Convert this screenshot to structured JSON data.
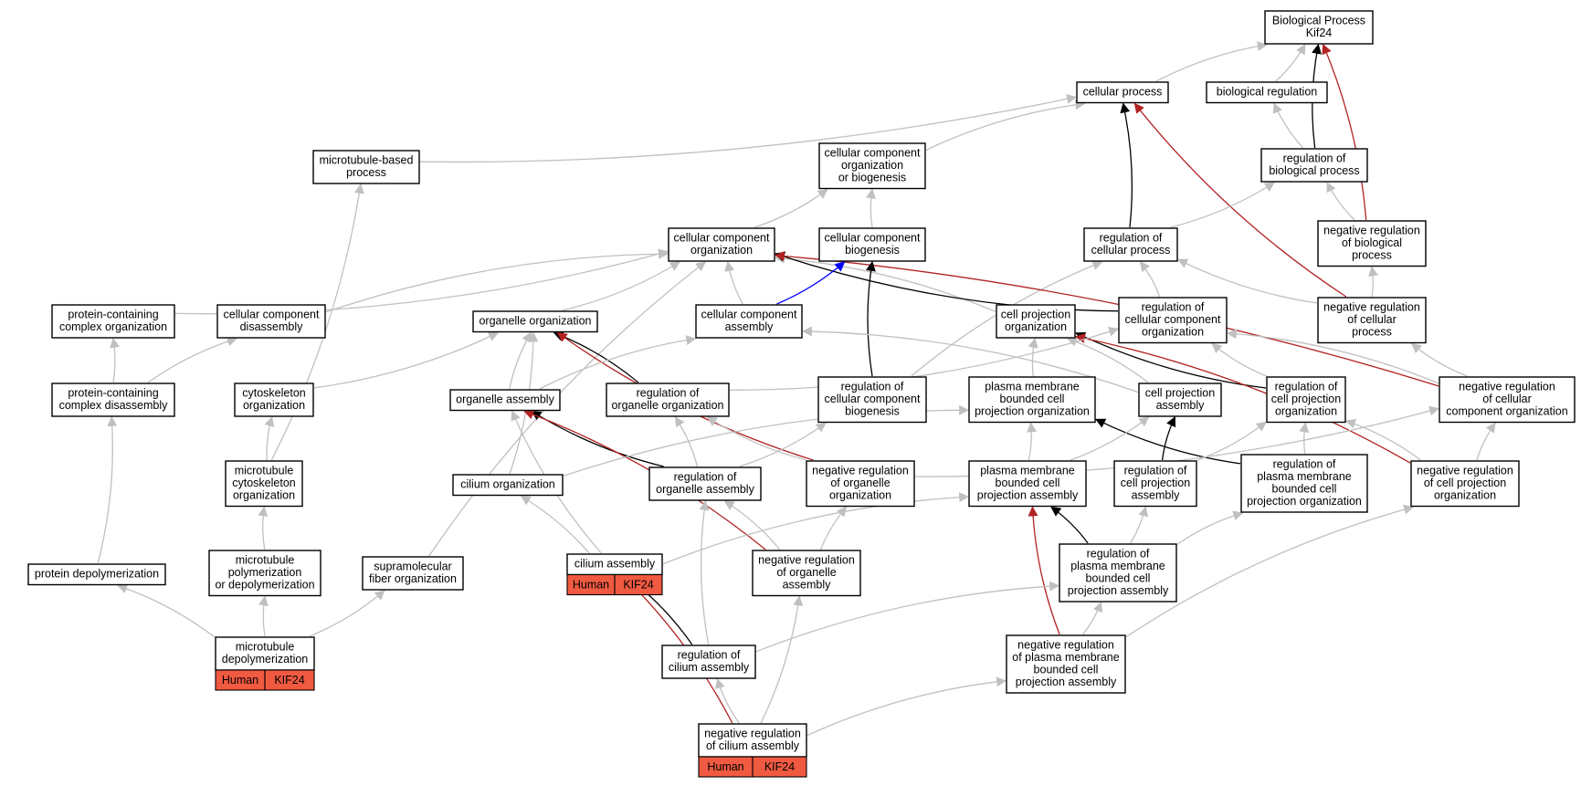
{
  "title": "Biological Process Kif24",
  "colors": {
    "is_a": "#c0c0c0",
    "part_of": "#000000",
    "negatively_regulates": "#b22222",
    "positively_regulates": "#0000ff",
    "annotation": "#f05a41"
  },
  "nodes": [
    {
      "id": "root",
      "lines": [
        "Biological Process",
        "Kif24"
      ]
    },
    {
      "id": "cellular_process",
      "lines": [
        "cellular process"
      ]
    },
    {
      "id": "biological_regulation",
      "lines": [
        "biological regulation"
      ]
    },
    {
      "id": "microtubule_based_process",
      "lines": [
        "microtubule-based",
        "process"
      ]
    },
    {
      "id": "ccob",
      "lines": [
        "cellular component",
        "organization",
        "or biogenesis"
      ]
    },
    {
      "id": "reg_bio_process",
      "lines": [
        "regulation of",
        "biological process"
      ]
    },
    {
      "id": "cc_org",
      "lines": [
        "cellular component",
        "organization"
      ]
    },
    {
      "id": "cc_biogenesis",
      "lines": [
        "cellular component",
        "biogenesis"
      ]
    },
    {
      "id": "reg_cell_process",
      "lines": [
        "regulation of",
        "cellular process"
      ]
    },
    {
      "id": "neg_reg_bio_process",
      "lines": [
        "negative regulation",
        "of biological",
        "process"
      ]
    },
    {
      "id": "prot_complex_org",
      "lines": [
        "protein-containing",
        "complex organization"
      ]
    },
    {
      "id": "cc_disassembly",
      "lines": [
        "cellular component",
        "disassembly"
      ]
    },
    {
      "id": "organelle_org",
      "lines": [
        "organelle organization"
      ]
    },
    {
      "id": "cc_assembly",
      "lines": [
        "cellular component",
        "assembly"
      ]
    },
    {
      "id": "cell_proj_org",
      "lines": [
        "cell projection",
        "organization"
      ]
    },
    {
      "id": "reg_cc_org",
      "lines": [
        "regulation of",
        "cellular component",
        "organization"
      ]
    },
    {
      "id": "neg_reg_cell_process",
      "lines": [
        "negative regulation",
        "of cellular",
        "process"
      ]
    },
    {
      "id": "prot_complex_disassembly",
      "lines": [
        "protein-containing",
        "complex disassembly"
      ]
    },
    {
      "id": "cytoskeleton_org",
      "lines": [
        "cytoskeleton",
        "organization"
      ]
    },
    {
      "id": "organelle_assembly",
      "lines": [
        "organelle assembly"
      ]
    },
    {
      "id": "reg_organelle_org",
      "lines": [
        "regulation of",
        "organelle organization"
      ]
    },
    {
      "id": "reg_cc_biogenesis",
      "lines": [
        "regulation of",
        "cellular component",
        "biogenesis"
      ]
    },
    {
      "id": "pm_proj_org",
      "lines": [
        "plasma membrane",
        "bounded cell",
        "projection organization"
      ]
    },
    {
      "id": "cell_proj_assembly",
      "lines": [
        "cell projection",
        "assembly"
      ]
    },
    {
      "id": "reg_cell_proj_org",
      "lines": [
        "regulation of",
        "cell projection",
        "organization"
      ]
    },
    {
      "id": "neg_reg_cc_org",
      "lines": [
        "negative regulation",
        "of cellular",
        "component organization"
      ]
    },
    {
      "id": "mt_cytoskeleton_org",
      "lines": [
        "microtubule",
        "cytoskeleton",
        "organization"
      ]
    },
    {
      "id": "cilium_org",
      "lines": [
        "cilium organization"
      ]
    },
    {
      "id": "reg_organelle_assembly",
      "lines": [
        "regulation of",
        "organelle assembly"
      ]
    },
    {
      "id": "neg_reg_organelle_org",
      "lines": [
        "negative regulation",
        "of organelle",
        "organization"
      ]
    },
    {
      "id": "pm_proj_assembly",
      "lines": [
        "plasma membrane",
        "bounded cell",
        "projection assembly"
      ]
    },
    {
      "id": "reg_cell_proj_assembly",
      "lines": [
        "regulation of",
        "cell projection",
        "assembly"
      ]
    },
    {
      "id": "reg_pm_proj_org",
      "lines": [
        "regulation of",
        "plasma membrane",
        "bounded cell",
        "projection organization"
      ]
    },
    {
      "id": "neg_reg_cell_proj_org",
      "lines": [
        "negative regulation",
        "of cell projection",
        "organization"
      ]
    },
    {
      "id": "protein_depoly",
      "lines": [
        "protein depolymerization"
      ]
    },
    {
      "id": "mt_poly_depoly",
      "lines": [
        "microtubule",
        "polymerization",
        "or depolymerization"
      ]
    },
    {
      "id": "supramolecular_fiber_org",
      "lines": [
        "supramolecular",
        "fiber organization"
      ]
    },
    {
      "id": "cilium_assembly",
      "lines": [
        "cilium assembly"
      ],
      "annotation": [
        "Human",
        "KIF24"
      ]
    },
    {
      "id": "neg_reg_organelle_assembly",
      "lines": [
        "negative regulation",
        "of organelle",
        "assembly"
      ]
    },
    {
      "id": "reg_pm_proj_assembly",
      "lines": [
        "regulation of",
        "plasma membrane",
        "bounded cell",
        "projection assembly"
      ]
    },
    {
      "id": "mt_depoly",
      "lines": [
        "microtubule",
        "depolymerization"
      ],
      "annotation": [
        "Human",
        "KIF24"
      ]
    },
    {
      "id": "reg_cilium_assembly",
      "lines": [
        "regulation of",
        "cilium assembly"
      ]
    },
    {
      "id": "neg_reg_pm_proj_assembly",
      "lines": [
        "negative regulation",
        "of plasma membrane",
        "bounded cell",
        "projection assembly"
      ]
    },
    {
      "id": "neg_reg_cilium_assembly",
      "lines": [
        "negative regulation",
        "of cilium assembly"
      ],
      "annotation": [
        "Human",
        "KIF24"
      ]
    }
  ],
  "edges": [
    {
      "from": "cellular_process",
      "to": "root",
      "type": "is_a"
    },
    {
      "from": "biological_regulation",
      "to": "root",
      "type": "is_a"
    },
    {
      "from": "reg_bio_process",
      "to": "root",
      "type": "part_of"
    },
    {
      "from": "neg_reg_bio_process",
      "to": "root",
      "type": "negatively_regulates"
    },
    {
      "from": "reg_bio_process",
      "to": "biological_regulation",
      "type": "is_a"
    },
    {
      "from": "microtubule_based_process",
      "to": "cellular_process",
      "type": "is_a"
    },
    {
      "from": "ccob",
      "to": "cellular_process",
      "type": "is_a"
    },
    {
      "from": "reg_cell_process",
      "to": "cellular_process",
      "type": "part_of"
    },
    {
      "from": "neg_reg_cell_process",
      "to": "cellular_process",
      "type": "negatively_regulates"
    },
    {
      "from": "cc_org",
      "to": "ccob",
      "type": "is_a"
    },
    {
      "from": "cc_biogenesis",
      "to": "ccob",
      "type": "is_a"
    },
    {
      "from": "reg_cell_process",
      "to": "reg_bio_process",
      "type": "is_a"
    },
    {
      "from": "neg_reg_bio_process",
      "to": "reg_bio_process",
      "type": "is_a"
    },
    {
      "from": "neg_reg_cell_process",
      "to": "neg_reg_bio_process",
      "type": "is_a"
    },
    {
      "from": "neg_reg_cell_process",
      "to": "reg_cell_process",
      "type": "is_a"
    },
    {
      "from": "reg_cc_org",
      "to": "reg_cell_process",
      "type": "is_a"
    },
    {
      "from": "reg_cc_biogenesis",
      "to": "reg_cell_process",
      "type": "is_a"
    },
    {
      "from": "prot_complex_org",
      "to": "cc_org",
      "type": "is_a"
    },
    {
      "from": "cc_disassembly",
      "to": "cc_org",
      "type": "is_a"
    },
    {
      "from": "organelle_org",
      "to": "cc_org",
      "type": "is_a"
    },
    {
      "from": "cc_assembly",
      "to": "cc_org",
      "type": "is_a"
    },
    {
      "from": "cell_proj_org",
      "to": "cc_org",
      "type": "is_a"
    },
    {
      "from": "reg_cc_org",
      "to": "cc_org",
      "type": "part_of"
    },
    {
      "from": "neg_reg_cc_org",
      "to": "cc_org",
      "type": "negatively_regulates"
    },
    {
      "from": "supramolecular_fiber_org",
      "to": "cc_org",
      "type": "is_a"
    },
    {
      "from": "cc_assembly",
      "to": "cc_biogenesis",
      "type": "positively_regulates"
    },
    {
      "from": "reg_cc_biogenesis",
      "to": "cc_biogenesis",
      "type": "part_of"
    },
    {
      "from": "prot_complex_disassembly",
      "to": "prot_complex_org",
      "type": "is_a"
    },
    {
      "from": "prot_complex_disassembly",
      "to": "cc_disassembly",
      "type": "is_a"
    },
    {
      "from": "cytoskeleton_org",
      "to": "organelle_org",
      "type": "is_a"
    },
    {
      "from": "organelle_assembly",
      "to": "organelle_org",
      "type": "is_a"
    },
    {
      "from": "reg_organelle_org",
      "to": "organelle_org",
      "type": "part_of"
    },
    {
      "from": "neg_reg_organelle_org",
      "to": "organelle_org",
      "type": "negatively_regulates"
    },
    {
      "from": "cilium_org",
      "to": "organelle_org",
      "type": "is_a"
    },
    {
      "from": "organelle_assembly",
      "to": "cc_assembly",
      "type": "is_a"
    },
    {
      "from": "cell_proj_assembly",
      "to": "cc_assembly",
      "type": "is_a"
    },
    {
      "from": "pm_proj_org",
      "to": "cell_proj_org",
      "type": "is_a"
    },
    {
      "from": "cell_proj_assembly",
      "to": "cell_proj_org",
      "type": "is_a"
    },
    {
      "from": "reg_cell_proj_org",
      "to": "cell_proj_org",
      "type": "part_of"
    },
    {
      "from": "neg_reg_cell_proj_org",
      "to": "cell_proj_org",
      "type": "negatively_regulates"
    },
    {
      "from": "reg_cell_proj_org",
      "to": "reg_cc_org",
      "type": "is_a"
    },
    {
      "from": "neg_reg_cc_org",
      "to": "reg_cc_org",
      "type": "is_a"
    },
    {
      "from": "neg_reg_cc_org",
      "to": "neg_reg_cell_process",
      "type": "is_a"
    },
    {
      "from": "reg_organelle_org",
      "to": "reg_cc_org",
      "type": "is_a"
    },
    {
      "from": "mt_cytoskeleton_org",
      "to": "cytoskeleton_org",
      "type": "is_a"
    },
    {
      "from": "mt_cytoskeleton_org",
      "to": "microtubule_based_process",
      "type": "is_a"
    },
    {
      "from": "reg_organelle_assembly",
      "to": "organelle_assembly",
      "type": "part_of"
    },
    {
      "from": "neg_reg_organelle_assembly",
      "to": "organelle_assembly",
      "type": "negatively_regulates"
    },
    {
      "from": "cilium_assembly",
      "to": "organelle_assembly",
      "type": "is_a"
    },
    {
      "from": "reg_organelle_assembly",
      "to": "reg_organelle_org",
      "type": "is_a"
    },
    {
      "from": "neg_reg_organelle_org",
      "to": "reg_organelle_org",
      "type": "is_a"
    },
    {
      "from": "reg_organelle_assembly",
      "to": "reg_cc_biogenesis",
      "type": "is_a"
    },
    {
      "from": "cilium_org",
      "to": "pm_proj_org",
      "type": "is_a"
    },
    {
      "from": "pm_proj_assembly",
      "to": "pm_proj_org",
      "type": "is_a"
    },
    {
      "from": "reg_pm_proj_org",
      "to": "pm_proj_org",
      "type": "part_of"
    },
    {
      "from": "pm_proj_assembly",
      "to": "cell_proj_assembly",
      "type": "is_a"
    },
    {
      "from": "reg_cell_proj_assembly",
      "to": "cell_proj_assembly",
      "type": "part_of"
    },
    {
      "from": "reg_cell_proj_assembly",
      "to": "reg_cell_proj_org",
      "type": "is_a"
    },
    {
      "from": "reg_pm_proj_org",
      "to": "reg_cell_proj_org",
      "type": "is_a"
    },
    {
      "from": "neg_reg_cell_proj_org",
      "to": "reg_cell_proj_org",
      "type": "is_a"
    },
    {
      "from": "neg_reg_cell_proj_org",
      "to": "neg_reg_cc_org",
      "type": "is_a"
    },
    {
      "from": "neg_reg_organelle_org",
      "to": "neg_reg_cc_org",
      "type": "is_a"
    },
    {
      "from": "neg_reg_organelle_assembly",
      "to": "neg_reg_organelle_org",
      "type": "is_a"
    },
    {
      "from": "neg_reg_organelle_assembly",
      "to": "reg_organelle_assembly",
      "type": "is_a"
    },
    {
      "from": "reg_cilium_assembly",
      "to": "reg_organelle_assembly",
      "type": "is_a"
    },
    {
      "from": "cilium_assembly",
      "to": "cilium_org",
      "type": "is_a"
    },
    {
      "from": "cilium_assembly",
      "to": "pm_proj_assembly",
      "type": "is_a"
    },
    {
      "from": "reg_pm_proj_assembly",
      "to": "pm_proj_assembly",
      "type": "part_of"
    },
    {
      "from": "neg_reg_pm_proj_assembly",
      "to": "pm_proj_assembly",
      "type": "negatively_regulates"
    },
    {
      "from": "reg_pm_proj_assembly",
      "to": "reg_cell_proj_assembly",
      "type": "is_a"
    },
    {
      "from": "reg_pm_proj_assembly",
      "to": "reg_pm_proj_org",
      "type": "is_a"
    },
    {
      "from": "neg_reg_pm_proj_assembly",
      "to": "reg_pm_proj_assembly",
      "type": "is_a"
    },
    {
      "from": "neg_reg_pm_proj_assembly",
      "to": "neg_reg_cell_proj_org",
      "type": "is_a"
    },
    {
      "from": "reg_cilium_assembly",
      "to": "cilium_assembly",
      "type": "part_of"
    },
    {
      "from": "reg_cilium_assembly",
      "to": "reg_pm_proj_assembly",
      "type": "is_a"
    },
    {
      "from": "neg_reg_cilium_assembly",
      "to": "cilium_assembly",
      "type": "negatively_regulates"
    },
    {
      "from": "neg_reg_cilium_assembly",
      "to": "reg_cilium_assembly",
      "type": "is_a"
    },
    {
      "from": "neg_reg_cilium_assembly",
      "to": "neg_reg_organelle_assembly",
      "type": "is_a"
    },
    {
      "from": "neg_reg_cilium_assembly",
      "to": "neg_reg_pm_proj_assembly",
      "type": "is_a"
    },
    {
      "from": "protein_depoly",
      "to": "prot_complex_disassembly",
      "type": "is_a"
    },
    {
      "from": "mt_poly_depoly",
      "to": "mt_cytoskeleton_org",
      "type": "is_a"
    },
    {
      "from": "mt_depoly",
      "to": "protein_depoly",
      "type": "is_a"
    },
    {
      "from": "mt_depoly",
      "to": "mt_poly_depoly",
      "type": "is_a"
    },
    {
      "from": "mt_depoly",
      "to": "supramolecular_fiber_org",
      "type": "is_a"
    }
  ]
}
